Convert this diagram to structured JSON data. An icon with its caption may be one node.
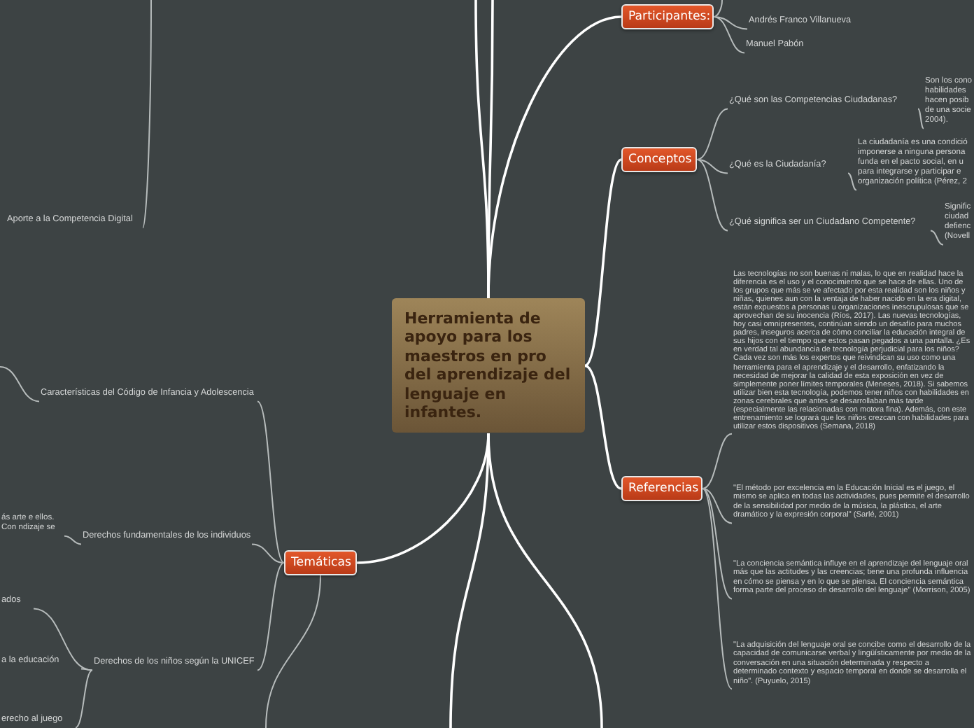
{
  "diagram": {
    "nodes": [
      {
        "text": [
          "Herramienta de apoyo para los maestros en pro del aprendizaje del lenguaje en infantes."
        ]
      },
      {
        "text": [
          "Participantes:"
        ]
      },
      {
        "text": [
          "Andrés Franco Villanueva"
        ]
      },
      {
        "text": [
          "Manuel Pabón"
        ]
      },
      {
        "text": [
          "Conceptos"
        ]
      },
      {
        "text": [
          "¿Qué son las Competencias Ciudadanas?"
        ]
      },
      {
        "text": [
          "Son los cono habilidades hacen posib de una socie 2004)."
        ]
      },
      {
        "text": [
          "¿Qué es la Ciudadanía?"
        ]
      },
      {
        "text": [
          "La ciudadanía es una condició imponerse a ninguna persona funda en el pacto social, en u para integrarse y participar e organización política (Pérez, 2"
        ]
      },
      {
        "text": [
          "¿Qué significa ser un Ciudadano Competente?"
        ]
      },
      {
        "text": [
          "Signific ciudad defienc (Novell"
        ]
      },
      {
        "text": [
          "Referencias"
        ]
      },
      {
        "text": [
          "Las tecnologías no son buenas ni malas, lo que en realidad hace la diferencia es el uso y el conocimiento que se hace de ellas. Uno de los grupos que más se ve afectado por esta realidad son los niños y niñas, quienes aun con la ventaja de haber nacido en la era digital, están expuestos a personas u organizaciones inescrupulosas que se aprovechan de su inocencia (Ríos, 2017). Las nuevas tecnologías, hoy casi omnipresentes, continúan siendo un desafío para muchos padres, inseguros acerca de cómo conciliar la educación integral de sus hijos con el tiempo que estos pasan pegados a una pantalla. ¿Es en verdad tal abundancia de tecnología perjudicial para los niños? Cada vez son más los expertos que reivindican su uso como una herramienta para el aprendizaje y el desarrollo, enfatizando la necesidad de mejorar la calidad de esta exposición en vez de simplemente poner límites temporales (Meneses, 2018). Si sabemos utilizar bien esta tecnología, podemos tener niños con habilidades en zonas cerebrales que antes se desarrollaban más tarde (especialmente las relacionadas con motora fina). Además, con este entrenamiento se logrará que los niños crezcan con habilidades para utilizar estos dispositivos (Semana, 2018)"
        ]
      },
      {
        "text": [
          "\"El método por excelencia en la Educación Inicial es el juego, el mismo se aplica en todas las actividades, pues permite el desarrollo de la sensibilidad por medio de la música, la plástica, el arte dramático y la expresión corporal\" (Sarlé, 2001)"
        ]
      },
      {
        "text": [
          "\"La conciencia semántica influye en el aprendizaje del lenguaje oral más que las actitudes y las creencias; tiene una profunda influencia en cómo se piensa y en lo que se piensa. El conciencia semántica forma parte del proceso de desarrollo del lenguaje\" (Morrison, 2005)"
        ]
      },
      {
        "text": [
          "\"La adquisición del lenguaje oral se concibe como el desarrollo de la capacidad de comunicarse verbal y lingüísticamente por medio de la conversación en una situación determinada y respecto a determinado contexto y espacio temporal en donde se desarrolla el niño\". (Puyuelo,  2015)"
        ]
      },
      {
        "text": [
          "Temáticas"
        ]
      },
      {
        "text": [
          "Características del Código de Infancia y Adolescencia"
        ]
      },
      {
        "text": [
          "Derechos fundamentales de los individuos"
        ]
      },
      {
        "text": [
          "Derechos de los niños según la UNICEF"
        ]
      },
      {
        "text": [
          "ás arte e ellos. Con ndizaje se"
        ]
      },
      {
        "text": [
          "ados"
        ]
      },
      {
        "text": [
          "a la educación"
        ]
      },
      {
        "text": [
          "erecho al juego"
        ]
      },
      {
        "text": [
          "Aporte a la Competencia Digital"
        ]
      }
    ],
    "edges": [
      {
        "from": 0,
        "to": 1,
        "arrow": "none",
        "color": "#ffffff"
      },
      {
        "from": 0,
        "to": 4,
        "arrow": "none",
        "color": "#ffffff"
      },
      {
        "from": 0,
        "to": 11,
        "arrow": "none",
        "color": "#ffffff"
      },
      {
        "from": 0,
        "to": 16,
        "arrow": "none",
        "color": "#ffffff"
      },
      {
        "from": 0,
        "to": null,
        "arrow": "none",
        "color": "#ffffff"
      },
      {
        "from": 0,
        "to": null,
        "arrow": "none",
        "color": "#ffffff"
      },
      {
        "from": 0,
        "to": null,
        "arrow": "none",
        "color": "#ffffff"
      },
      {
        "from": 0,
        "to": null,
        "arrow": "none",
        "color": "#ffffff"
      },
      {
        "from": 1,
        "to": null,
        "arrow": "none"
      },
      {
        "from": 1,
        "to": 2,
        "arrow": "none"
      },
      {
        "from": 1,
        "to": 3,
        "arrow": "none"
      },
      {
        "from": 4,
        "to": 5,
        "arrow": "none"
      },
      {
        "from": 5,
        "to": 6,
        "arrow": "none"
      },
      {
        "from": 4,
        "to": 7,
        "arrow": "none"
      },
      {
        "from": 7,
        "to": 8,
        "arrow": "none"
      },
      {
        "from": 4,
        "to": 9,
        "arrow": "none"
      },
      {
        "from": 9,
        "to": 10,
        "arrow": "none"
      },
      {
        "from": 11,
        "to": 12,
        "arrow": "none"
      },
      {
        "from": 11,
        "to": 13,
        "arrow": "none"
      },
      {
        "from": 11,
        "to": 14,
        "arrow": "none"
      },
      {
        "from": 11,
        "to": 15,
        "arrow": "none"
      },
      {
        "from": 16,
        "to": 17,
        "arrow": "none"
      },
      {
        "from": 16,
        "to": 18,
        "arrow": "none"
      },
      {
        "from": 16,
        "to": 19,
        "arrow": "none"
      },
      {
        "from": 16,
        "to": null,
        "arrow": "none"
      },
      {
        "from": 17,
        "to": null,
        "arrow": "none"
      },
      {
        "from": 18,
        "to": 20,
        "arrow": "none"
      },
      {
        "from": 19,
        "to": 21,
        "arrow": "none"
      },
      {
        "from": 19,
        "to": 22,
        "arrow": "none"
      },
      {
        "from": 19,
        "to": 23,
        "arrow": "none"
      },
      {
        "from": 24,
        "to": null,
        "arrow": "none"
      }
    ]
  }
}
